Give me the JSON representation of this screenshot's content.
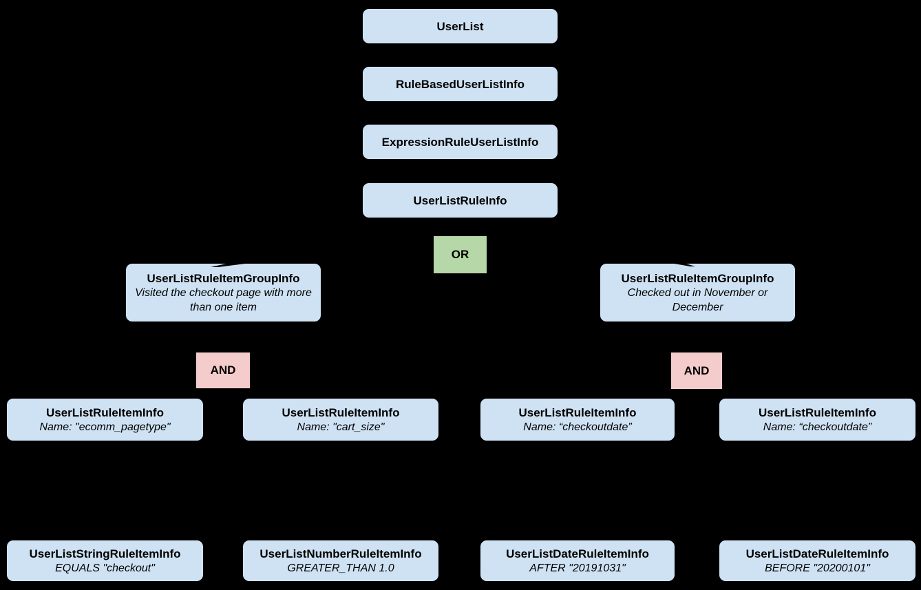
{
  "diagram": {
    "description": "Rule-based user list class hierarchy",
    "colors": {
      "background": "#000000",
      "node_fill": "#cfe2f3",
      "or_fill": "#b6d7a8",
      "and_fill": "#f4cccc",
      "text": "#000000"
    },
    "chain": [
      {
        "title": "UserList"
      },
      {
        "title": "RuleBasedUserListInfo"
      },
      {
        "title": "ExpressionRuleUserListInfo"
      },
      {
        "title": "UserListRuleInfo"
      }
    ],
    "operators": {
      "or": "OR",
      "and": "AND"
    },
    "groups": [
      {
        "title": "UserListRuleItemGroupInfo",
        "description": "Visited the checkout page with more than one item"
      },
      {
        "title": "UserListRuleItemGroupInfo",
        "description": "Checked out in November or December"
      }
    ],
    "rule_items": [
      {
        "title": "UserListRuleItemInfo",
        "detail": "Name: \"ecomm_pagetype\""
      },
      {
        "title": "UserListRuleItemInfo",
        "detail": "Name: \"cart_size\""
      },
      {
        "title": "UserListRuleItemInfo",
        "detail": "Name: “checkoutdate”"
      },
      {
        "title": "UserListRuleItemInfo",
        "detail": "Name: “checkoutdate”"
      }
    ],
    "leaf_items": [
      {
        "title": "UserListStringRuleItemInfo",
        "detail": "EQUALS \"checkout\""
      },
      {
        "title": "UserListNumberRuleItemInfo",
        "detail": "GREATER_THAN 1.0"
      },
      {
        "title": "UserListDateRuleItemInfo",
        "detail": "AFTER \"20191031\""
      },
      {
        "title": "UserListDateRuleItemInfo",
        "detail": "BEFORE \"20200101\""
      }
    ]
  }
}
